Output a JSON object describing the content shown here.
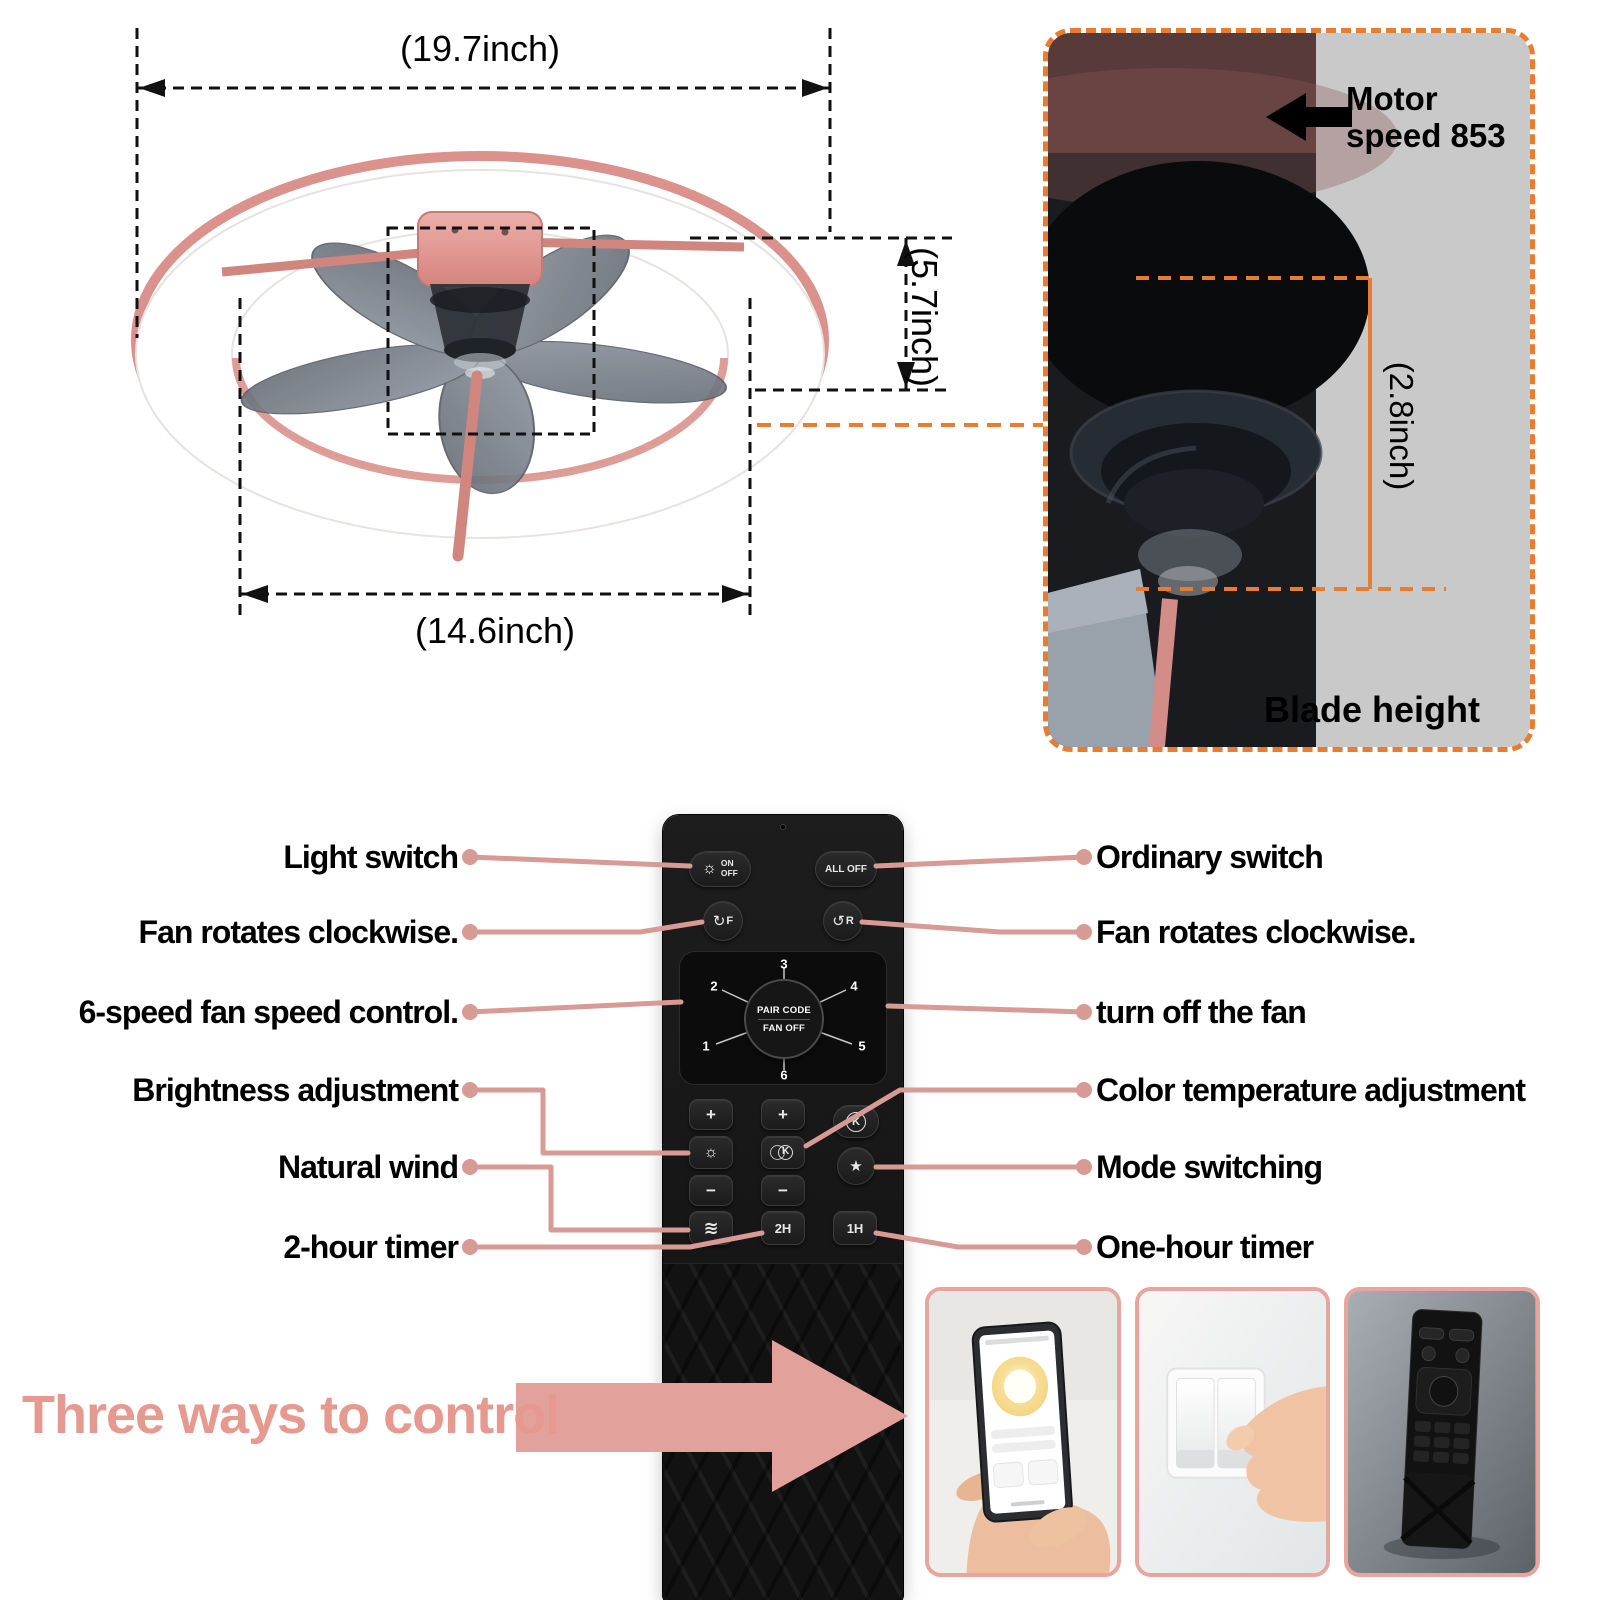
{
  "product": {
    "dimensions": {
      "outer_diameter": "(19.7inch)",
      "height": "(5.7inch)",
      "inner_diameter": "(14.6inch)"
    },
    "detail": {
      "motor_speed": "Motor speed 853",
      "blade_height_dim": "(2.8inch)",
      "blade_height_label": "Blade height"
    }
  },
  "icons": {
    "light_sun": "☼",
    "rotate_cw": "↻",
    "rotate_ccw": "↺",
    "brightness_sun": "☼",
    "color_temp": "K",
    "mode_star": "★",
    "natural_wind": "≋"
  },
  "remote": {
    "buttons": {
      "light_on": "ON",
      "light_off": "OFF",
      "all_off": "ALL OFF",
      "fan_forward": "F",
      "fan_reverse": "R",
      "pair_code": "PAIR CODE",
      "fan_off": "FAN OFF",
      "speed_1": "1",
      "speed_2": "2",
      "speed_3": "3",
      "speed_4": "4",
      "speed_5": "5",
      "speed_6": "6",
      "plus": "+",
      "minus": "−",
      "k_label": "K",
      "timer_2h": "2H",
      "timer_1h": "1H"
    }
  },
  "callouts": {
    "left": [
      {
        "label": "Light switch"
      },
      {
        "label": "Fan rotates clockwise."
      },
      {
        "label": "6-speed fan speed control."
      },
      {
        "label": "Brightness adjustment"
      },
      {
        "label": "Natural wind"
      },
      {
        "label": "2-hour timer"
      }
    ],
    "right": [
      {
        "label": "Ordinary switch"
      },
      {
        "label": "Fan rotates clockwise."
      },
      {
        "label": "turn off the fan"
      },
      {
        "label": "Color temperature adjustment"
      },
      {
        "label": "Mode switching"
      },
      {
        "label": "One-hour timer"
      }
    ]
  },
  "footer": {
    "title": "Three ways to control"
  },
  "colors": {
    "accent_pink": "#e2938d",
    "dimension_orange": "#e87c30",
    "remote_black": "#141414"
  }
}
